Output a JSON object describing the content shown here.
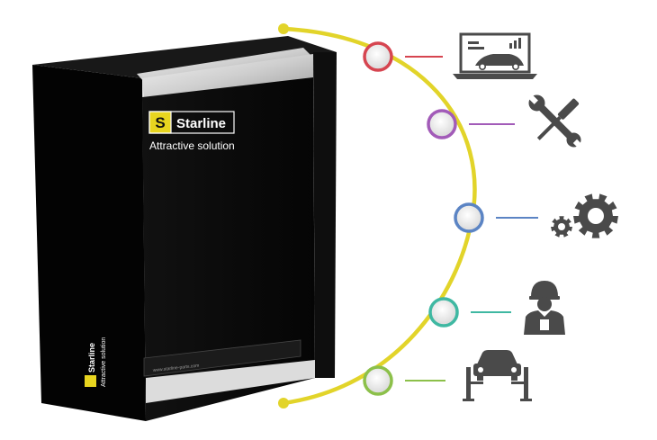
{
  "brand": {
    "name": "Starline",
    "tagline": "Attractive solution",
    "logo_letter": "S",
    "website": "www.starline-parts.com"
  },
  "colors": {
    "arc": "#e2d42a",
    "box_black": "#0b0b0b",
    "brand_yellow": "#e8d51f",
    "icon_gray": "#4a4a4a"
  },
  "steps": [
    {
      "icon": "diagnostics-laptop-icon",
      "ring_color": "#d64550"
    },
    {
      "icon": "tools-wrench-screwdriver-icon",
      "ring_color": "#a25bb8"
    },
    {
      "icon": "gears-icon",
      "ring_color": "#5b84c4"
    },
    {
      "icon": "mechanic-worker-icon",
      "ring_color": "#3fb8a2"
    },
    {
      "icon": "car-lift-icon",
      "ring_color": "#8cc04a"
    }
  ]
}
